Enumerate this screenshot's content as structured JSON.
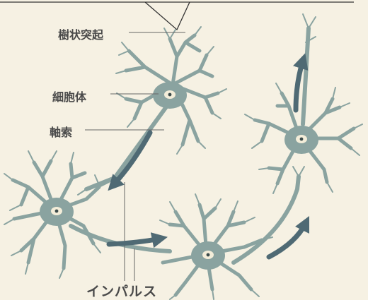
{
  "labels": {
    "dendrite": "樹状突起",
    "cell_body": "細胞体",
    "axon": "軸索",
    "impulse": "インパルス"
  },
  "colors": {
    "background": "#f6f1e3",
    "neuron": "#8aa3a0",
    "arrow": "#4f6a74",
    "nucleus": "#f3edd9",
    "leader_line": "#666666"
  }
}
